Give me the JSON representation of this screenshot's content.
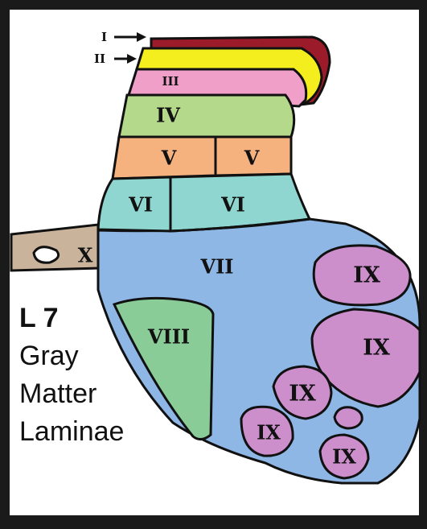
{
  "figure": {
    "caption": {
      "level": "L 7",
      "line1": "Gray",
      "line2": "Matter",
      "line3": "Laminae"
    },
    "arrows": {
      "lamina_I": "I",
      "lamina_II": "II"
    },
    "laminae": {
      "III": "III",
      "IV": "IV",
      "V_left": "V",
      "V_right": "V",
      "VI_left": "VI",
      "VI_right": "VI",
      "VII": "VII",
      "VIII": "VIII",
      "X": "X",
      "IX_1": "IX",
      "IX_2": "IX",
      "IX_3": "IX",
      "IX_4": "IX",
      "IX_5": "IX"
    },
    "colors": {
      "lamina_I": "#9b1b2a",
      "lamina_II": "#f4ee1e",
      "lamina_III": "#f0a0c8",
      "lamina_IV": "#b5d98a",
      "lamina_V": "#f5b27e",
      "lamina_VI": "#8fd6d0",
      "lamina_VII": "#8fb7e6",
      "lamina_VIII": "#89cc98",
      "lamina_IX": "#cc8fcc",
      "lamina_X": "#c9b49b",
      "outline": "#111111"
    }
  }
}
